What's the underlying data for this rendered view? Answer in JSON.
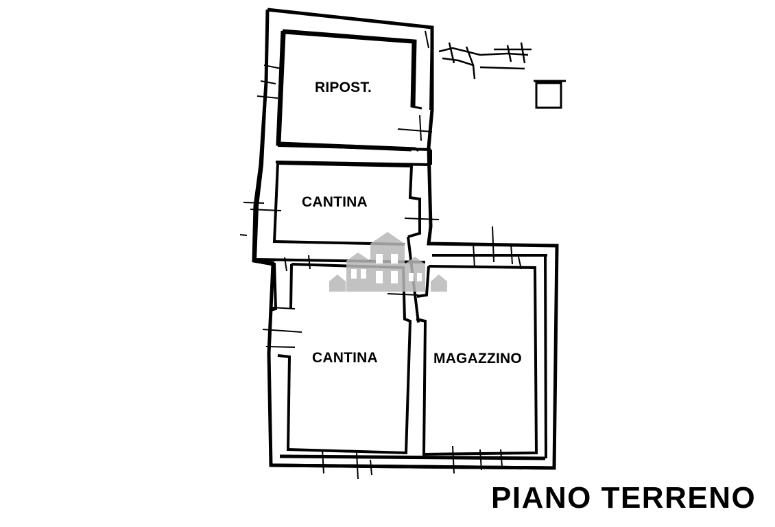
{
  "floor_plan": {
    "title": "PIANO TERRENO",
    "rooms": [
      {
        "id": "ripost",
        "label": "RIPOST."
      },
      {
        "id": "cantina_top",
        "label": "CANTINA"
      },
      {
        "id": "cantina_bottom",
        "label": "CANTINA"
      },
      {
        "id": "magazzino",
        "label": "MAGAZZINO"
      }
    ],
    "watermark": "house-logo-watermark"
  },
  "colors": {
    "ink": "#000000",
    "background": "#ffffff",
    "watermark": "#b8b8b8"
  }
}
